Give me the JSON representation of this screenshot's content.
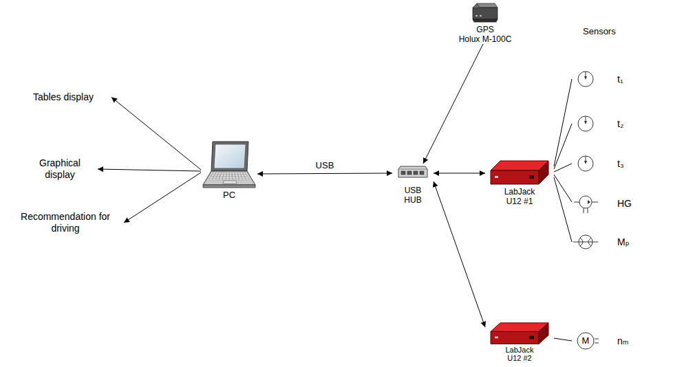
{
  "diagram": {
    "nodes": [
      {
        "text": [
          "Tables display"
        ]
      },
      {
        "text": [
          "Graphical display"
        ]
      },
      {
        "text": [
          "Recommendation for driving"
        ]
      },
      {
        "text": [
          "PC"
        ]
      },
      {
        "text": [
          "USB HUB"
        ]
      },
      {
        "text": [
          "GPS",
          "Holux M-100C"
        ]
      },
      {
        "text": [
          "LabJack U12 #1"
        ]
      },
      {
        "text": [
          "LabJack U12 #2"
        ]
      },
      {
        "text": [
          "t₁"
        ]
      },
      {
        "text": [
          "t₂"
        ]
      },
      {
        "text": [
          "t₃"
        ]
      },
      {
        "text": [
          "HG"
        ]
      },
      {
        "text": [
          "Mₚ"
        ]
      },
      {
        "text": [
          "M",
          "nₘ"
        ]
      }
    ],
    "edges": [
      {
        "from": 3,
        "to": 0,
        "arrow": "to"
      },
      {
        "from": 3,
        "to": 1,
        "arrow": "to"
      },
      {
        "from": 3,
        "to": 2,
        "arrow": "to"
      },
      {
        "from": 3,
        "to": 4,
        "label": "USB",
        "arrow": "both"
      },
      {
        "from": 5,
        "to": 4,
        "arrow": "to"
      },
      {
        "from": 4,
        "to": 6,
        "arrow": "both"
      },
      {
        "from": 4,
        "to": 7,
        "arrow": "both"
      },
      {
        "from": 6,
        "to": 8,
        "arrow": "none"
      },
      {
        "from": 6,
        "to": 9,
        "arrow": "none"
      },
      {
        "from": 6,
        "to": 10,
        "arrow": "none"
      },
      {
        "from": 6,
        "to": 11,
        "arrow": "none"
      },
      {
        "from": 6,
        "to": 12,
        "arrow": "none"
      },
      {
        "from": 7,
        "to": 13,
        "arrow": "none"
      }
    ],
    "labels": [
      "Sensors"
    ]
  }
}
